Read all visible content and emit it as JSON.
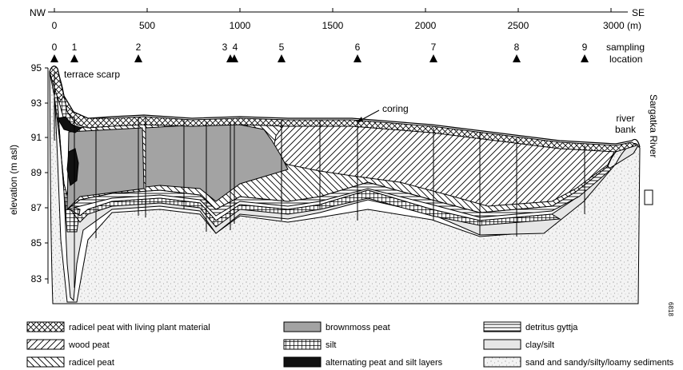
{
  "direction": {
    "left": "NW",
    "right": "SE"
  },
  "distance_axis": {
    "ticks": [
      "0",
      "500",
      "1000",
      "1500",
      "2000",
      "2500",
      "3000 (m)"
    ]
  },
  "sampling": {
    "caption_line1": "sampling",
    "caption_line2": "location",
    "locations": [
      "0",
      "1",
      "2",
      "3",
      "4",
      "5",
      "6",
      "7",
      "8",
      "9"
    ]
  },
  "elevation_axis": {
    "label": "elevation (m asl)",
    "ticks": [
      "95",
      "93",
      "91",
      "89",
      "87",
      "85",
      "83"
    ]
  },
  "annotations": {
    "terrace_scarp": "terrace scarp",
    "coring": "coring",
    "river_bank_line1": "river",
    "river_bank_line2": "bank",
    "river_name": "Sargatka River",
    "figure_number": "6818"
  },
  "legend": [
    {
      "key": "radicel_peat_living",
      "label": "radicel peat with living plant material"
    },
    {
      "key": "brownmoss_peat",
      "label": "brownmoss peat"
    },
    {
      "key": "detritus_gyttja",
      "label": "detritus gyttja"
    },
    {
      "key": "wood_peat",
      "label": "wood peat"
    },
    {
      "key": "silt",
      "label": "silt"
    },
    {
      "key": "clay_silt",
      "label": "clay/silt"
    },
    {
      "key": "radicel_peat",
      "label": "radicel peat"
    },
    {
      "key": "alternating",
      "label": "alternating peat and silt layers"
    },
    {
      "key": "sand",
      "label": "sand and sandy/silty/loamy sediments"
    }
  ],
  "colors": {
    "brownmoss": "#a3a3a3",
    "clay_silt": "#e6e6e6",
    "alternating": "#111111",
    "sand_dots": "#8a8a8a"
  }
}
